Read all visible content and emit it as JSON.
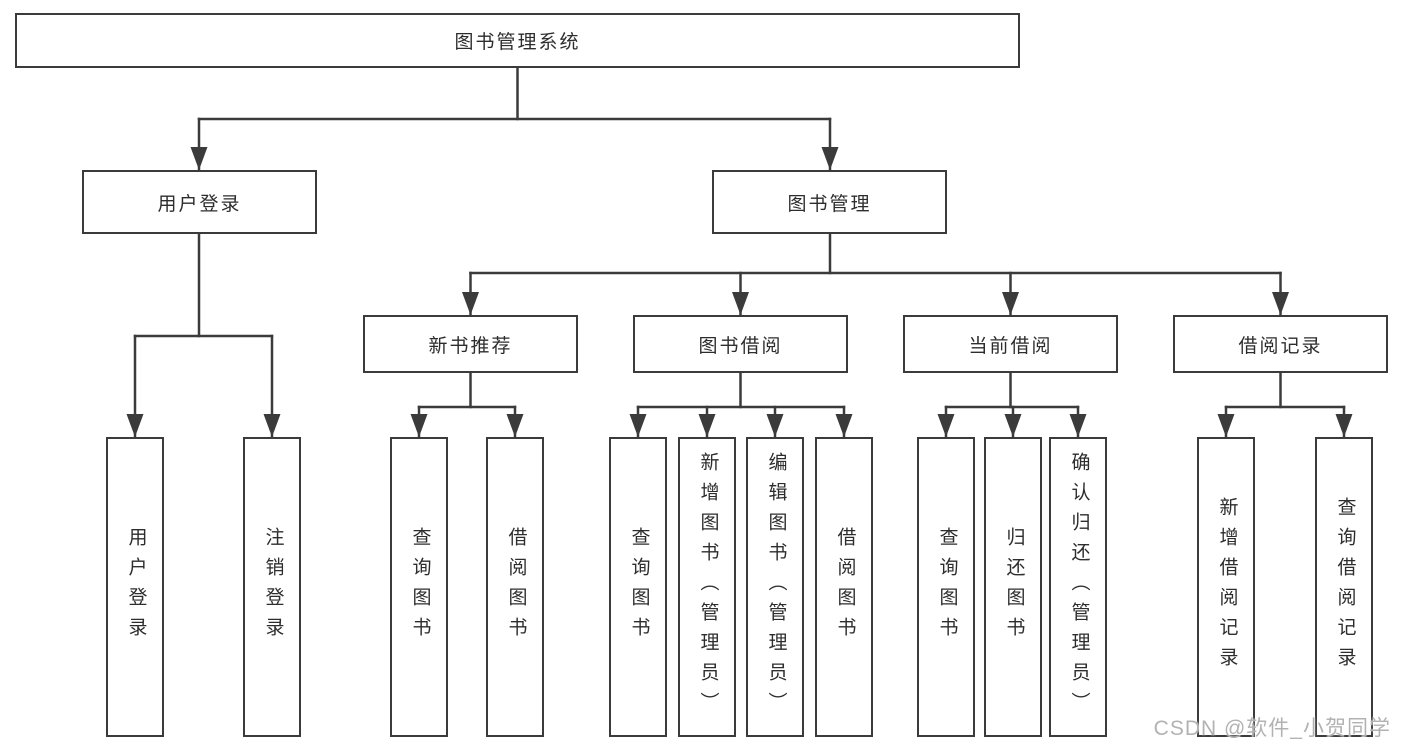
{
  "tree": {
    "label": "图书管理系统",
    "children": [
      {
        "label": "用户登录",
        "children": [
          {
            "label": "用户登录"
          },
          {
            "label": "注销登录"
          }
        ]
      },
      {
        "label": "图书管理",
        "children": [
          {
            "label": "新书推荐",
            "children": [
              {
                "label": "查询图书"
              },
              {
                "label": "借阅图书"
              }
            ]
          },
          {
            "label": "图书借阅",
            "children": [
              {
                "label": "查询图书"
              },
              {
                "label": "新增图书（管理员）"
              },
              {
                "label": "编辑图书（管理员）"
              },
              {
                "label": "借阅图书"
              }
            ]
          },
          {
            "label": "当前借阅",
            "children": [
              {
                "label": "查询图书"
              },
              {
                "label": "归还图书"
              },
              {
                "label": "确认归还（管理员）"
              }
            ]
          },
          {
            "label": "借阅记录",
            "children": [
              {
                "label": "新增借阅记录"
              },
              {
                "label": "查询借阅记录"
              }
            ]
          }
        ]
      }
    ]
  },
  "watermark": {
    "text": "CSDN @软件_小贺同学"
  },
  "colors": {
    "line": "#3b3b3b",
    "text": "#2d2d2d",
    "watermark": "#b2b2b2",
    "background": "#ffffff"
  }
}
